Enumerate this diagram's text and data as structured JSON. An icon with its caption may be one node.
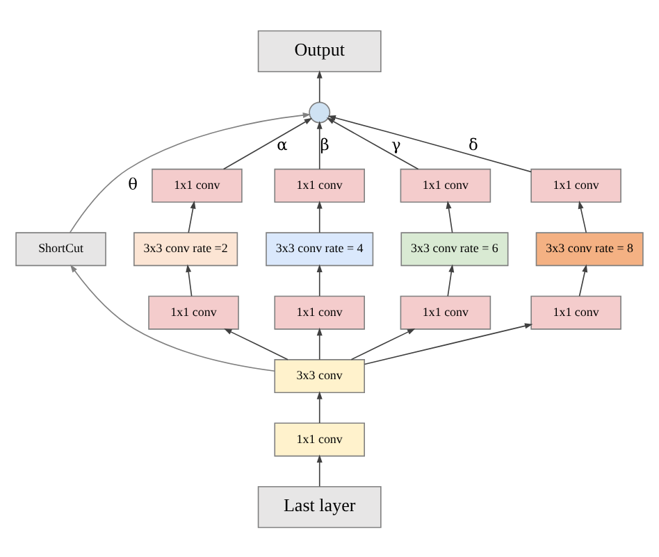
{
  "diagram": {
    "nodes": [
      {
        "text": [
          "Output"
        ]
      },
      {
        "text": [],
        "shape": "circle"
      },
      {
        "text": [
          "1x1 conv"
        ]
      },
      {
        "text": [
          "1x1 conv"
        ]
      },
      {
        "text": [
          "1x1 conv"
        ]
      },
      {
        "text": [
          "1x1 conv"
        ]
      },
      {
        "text": [
          "3x3 conv rate =2"
        ]
      },
      {
        "text": [
          "3x3 conv rate = 4"
        ]
      },
      {
        "text": [
          "3x3 conv rate = 6"
        ]
      },
      {
        "text": [
          "3x3 conv rate = 8"
        ]
      },
      {
        "text": [
          "ShortCut"
        ]
      },
      {
        "text": [
          "1x1 conv"
        ]
      },
      {
        "text": [
          "1x1 conv"
        ]
      },
      {
        "text": [
          "1x1 conv"
        ]
      },
      {
        "text": [
          "1x1 conv"
        ]
      },
      {
        "text": [
          "3x3 conv"
        ]
      },
      {
        "text": [
          "1x1 conv"
        ]
      },
      {
        "text": [
          "Last layer"
        ]
      }
    ],
    "edges": [
      {
        "from": 17,
        "to": 16,
        "arrow": "to"
      },
      {
        "from": 16,
        "to": 15,
        "arrow": "to"
      },
      {
        "from": 15,
        "to": 11,
        "arrow": "to"
      },
      {
        "from": 15,
        "to": 12,
        "arrow": "to"
      },
      {
        "from": 15,
        "to": 13,
        "arrow": "to"
      },
      {
        "from": 15,
        "to": 14,
        "arrow": "to"
      },
      {
        "from": 15,
        "to": 10,
        "arrow": "to",
        "color": "#808080"
      },
      {
        "from": 11,
        "to": 6,
        "arrow": "to"
      },
      {
        "from": 12,
        "to": 7,
        "arrow": "to"
      },
      {
        "from": 13,
        "to": 8,
        "arrow": "to"
      },
      {
        "from": 14,
        "to": 9,
        "arrow": "to"
      },
      {
        "from": 6,
        "to": 2,
        "arrow": "to"
      },
      {
        "from": 7,
        "to": 3,
        "arrow": "to"
      },
      {
        "from": 8,
        "to": 4,
        "arrow": "to"
      },
      {
        "from": 9,
        "to": 5,
        "arrow": "to"
      },
      {
        "from": 2,
        "to": 1,
        "arrow": "to",
        "label": "α"
      },
      {
        "from": 3,
        "to": 1,
        "arrow": "to",
        "label": "β"
      },
      {
        "from": 4,
        "to": 1,
        "arrow": "to",
        "label": "γ"
      },
      {
        "from": 5,
        "to": 1,
        "arrow": "to",
        "label": "δ"
      },
      {
        "from": 10,
        "to": 1,
        "arrow": "to",
        "label": "θ",
        "color": "#808080"
      },
      {
        "from": 1,
        "to": 0,
        "arrow": "to"
      }
    ]
  }
}
